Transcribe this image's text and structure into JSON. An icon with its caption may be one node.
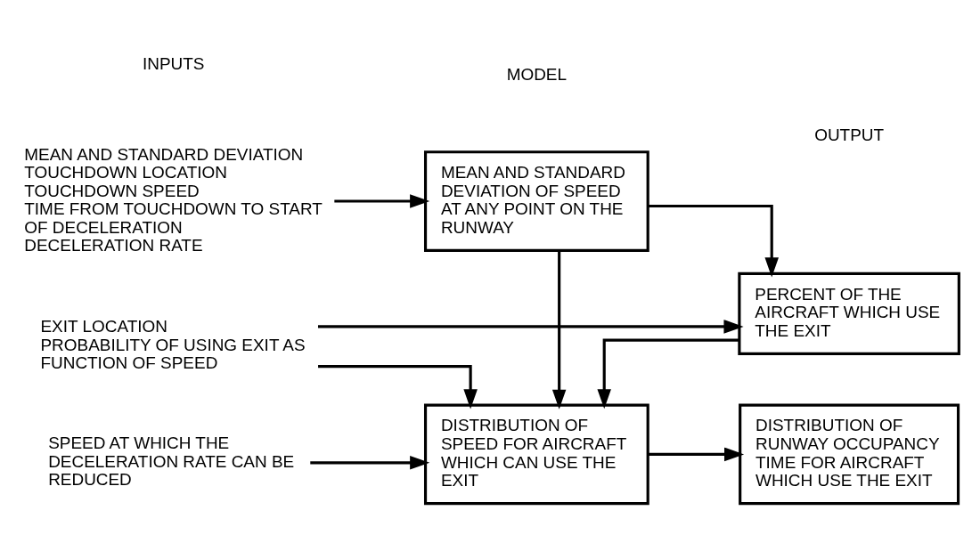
{
  "diagram": {
    "nodes": [
      {
        "text": [
          "MEAN AND STANDARD DEVIATION",
          "TOUCHDOWN LOCATION",
          "TOUCHDOWN SPEED",
          "TIME FROM TOUCHDOWN TO START OF DECELERATION",
          "DECELERATION RATE"
        ]
      },
      {
        "text": [
          "MEAN AND STANDARD DEVIATION OF SPEED AT ANY POINT ON THE RUNWAY"
        ]
      },
      {
        "text": [
          "EXIT LOCATION",
          "PROBABILITY OF USING EXIT AS FUNCTION OF SPEED"
        ]
      },
      {
        "text": [
          "PERCENT OF THE AIRCRAFT WHICH USE THE EXIT"
        ]
      },
      {
        "text": [
          "SPEED AT WHICH THE DECELERATION RATE CAN BE REDUCED"
        ]
      },
      {
        "text": [
          "DISTRIBUTION OF SPEED FOR AIRCRAFT WHICH CAN USE THE EXIT"
        ]
      },
      {
        "text": [
          "DISTRIBUTION OF RUNWAY OCCUPANCY TIME FOR AIRCRAFT WHICH USE THE EXIT"
        ]
      }
    ],
    "edges": [
      {
        "from": 0,
        "to": 1,
        "arrow": "to"
      },
      {
        "from": 1,
        "to": 5,
        "arrow": "to"
      },
      {
        "from": 1,
        "to": 3,
        "arrow": "to"
      },
      {
        "from": 2,
        "to": 3,
        "arrow": "to"
      },
      {
        "from": 2,
        "to": 5,
        "arrow": "to"
      },
      {
        "from": 4,
        "to": 5,
        "arrow": "to"
      },
      {
        "from": 3,
        "to": 5,
        "arrow": "to"
      },
      {
        "from": 5,
        "to": 6,
        "arrow": "to"
      }
    ],
    "labels": [
      "INPUTS",
      "MODEL",
      "OUTPUT"
    ]
  }
}
